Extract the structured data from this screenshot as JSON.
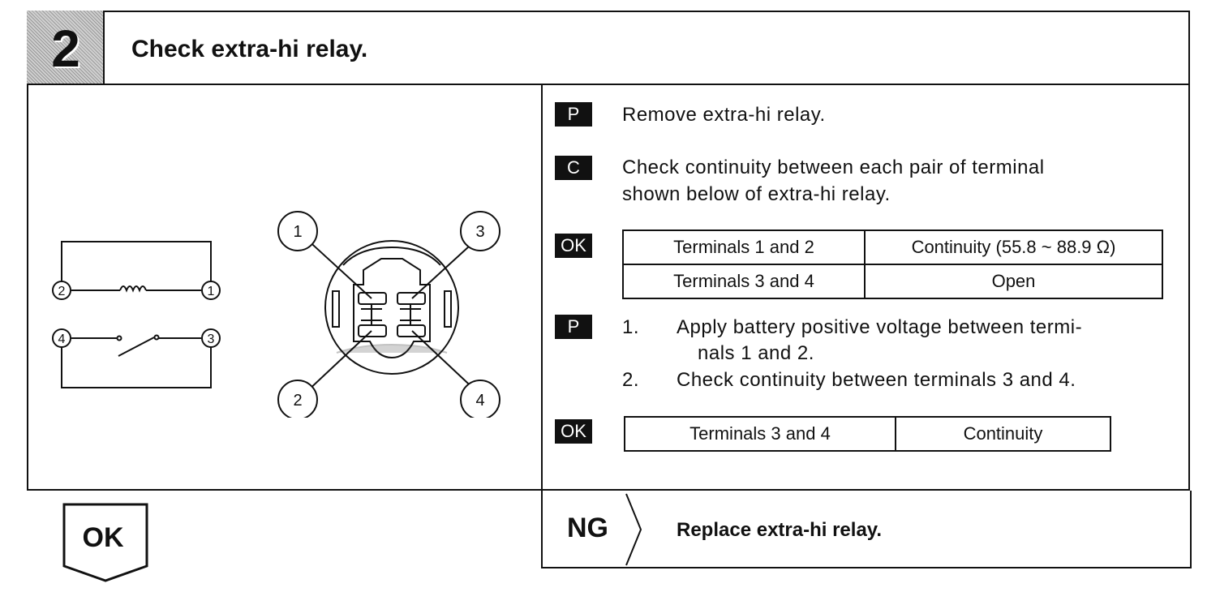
{
  "step_number": "2",
  "title": "Check extra-hi relay.",
  "circuit": {
    "terminals": [
      "1",
      "2",
      "3",
      "4"
    ]
  },
  "relay_view": {
    "terminals": [
      "1",
      "2",
      "3",
      "4"
    ]
  },
  "steps": {
    "prepare_tag": "P",
    "prepare_text": "Remove extra-hi relay.",
    "check_tag": "C",
    "check_text_line1": "Check continuity between each pair of terminal",
    "check_text_line2": "shown below of extra-hi relay.",
    "ok_tag_1": "OK",
    "table1": [
      [
        "Terminals 1 and 2",
        "Continuity (55.8 ~ 88.9 Ω)"
      ],
      [
        "Terminals 3 and 4",
        "Open"
      ]
    ],
    "prepare_tag_2": "P",
    "instr1_num": "1.",
    "instr1_line1": "Apply battery positive voltage between termi-",
    "instr1_line2": "nals 1 and 2.",
    "instr2_num": "2.",
    "instr2_line1": "Check continuity between terminals 3 and 4.",
    "ok_tag_2": "OK",
    "table2": [
      [
        "Terminals 3 and 4",
        "Continuity"
      ]
    ]
  },
  "ok_result": "OK",
  "ng_result": {
    "label": "NG",
    "text": "Replace extra-hi relay."
  }
}
